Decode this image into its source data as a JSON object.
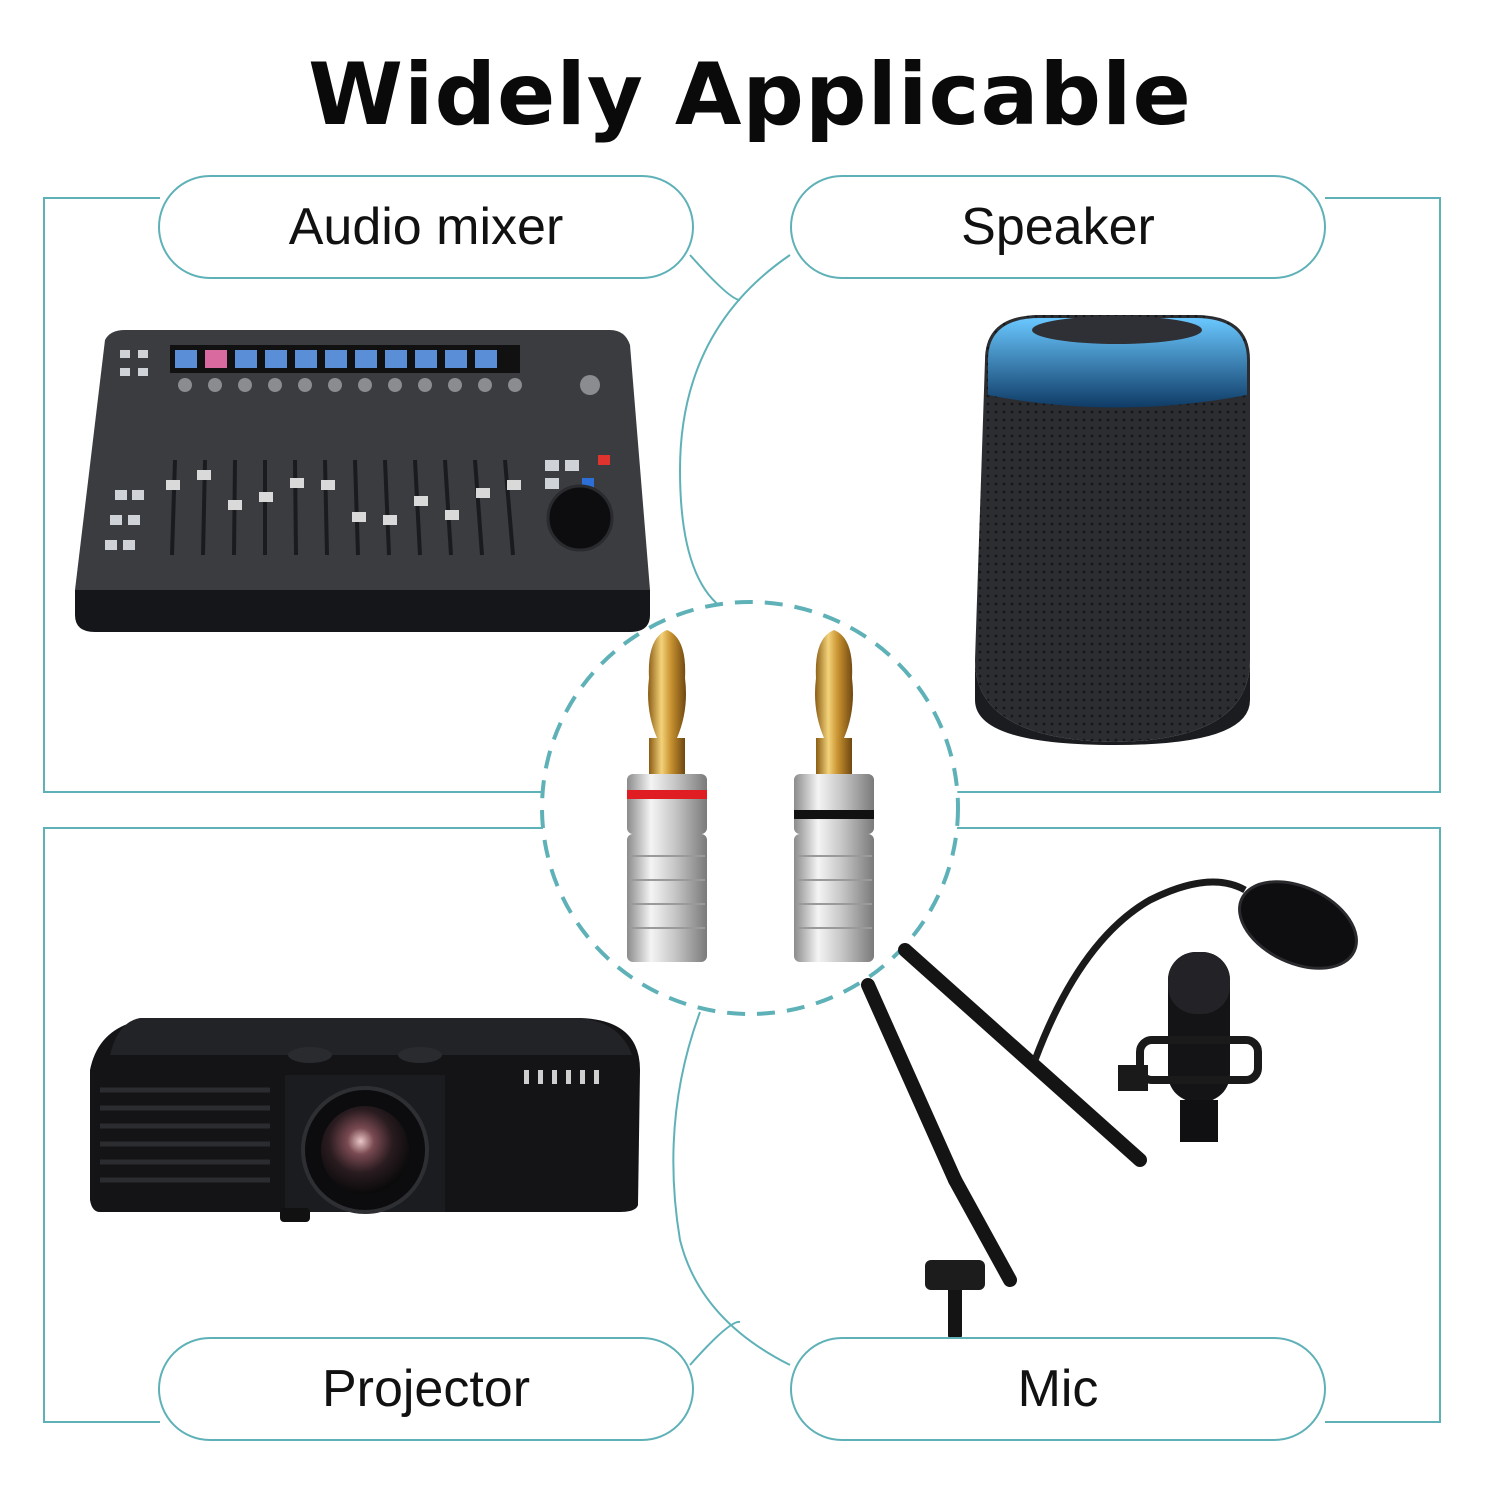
{
  "title": "Widely Applicable",
  "panels": {
    "top_left": {
      "label": "Audio mixer",
      "icon": "audio-mixer-icon"
    },
    "top_right": {
      "label": "Speaker",
      "icon": "smart-speaker-icon"
    },
    "bottom_left": {
      "label": "Projector",
      "icon": "projector-icon"
    },
    "bottom_right": {
      "label": "Mic",
      "icon": "microphone-icon"
    }
  },
  "center": {
    "icon": "banana-plug-icon"
  },
  "colors": {
    "frame": "#5fb1b8",
    "plug_red": "#e11d24",
    "plug_black": "#111111",
    "gold": "#d8a63a"
  }
}
